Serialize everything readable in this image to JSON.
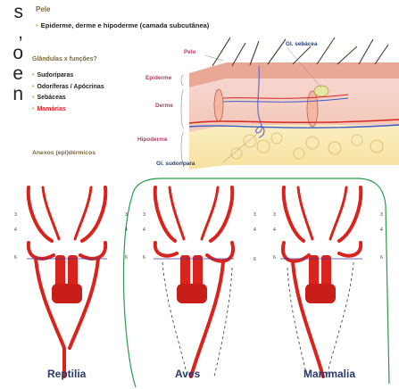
{
  "left_text": [
    "s",
    ",",
    "o",
    "e",
    "n"
  ],
  "skin_slide": {
    "title": "Pele",
    "subtitle": "Epiderme, derme e hipoderme (camada subcutânea)",
    "glands_title": "Glândulas x funções?",
    "glands": [
      {
        "label": "Sudoríparas",
        "highlight": false
      },
      {
        "label": "Odoríferas / Apócrinas",
        "highlight": false
      },
      {
        "label": "Sebáceas",
        "highlight": false
      },
      {
        "label": "Mamárias",
        "highlight": true
      }
    ],
    "anexos": "Anexos (epi)dérmicos",
    "labels": {
      "pelo": "Pelo",
      "gl_sebacea": "Gl. sebácea",
      "epiderme": "Epiderme",
      "derme": "Derme",
      "hipoderme": "Hipoderme",
      "gl_sudoripara": "Gl. sudorípara"
    }
  },
  "arch_diagram": {
    "panels": [
      "Reptilia",
      "Aves",
      "Mammalia"
    ],
    "arch_numbers": [
      "3",
      "4",
      "6"
    ],
    "colors": {
      "artery": "#d8241c",
      "bracket": "#2a9a4a",
      "nerve": "#3a3aa8",
      "label": "#2a3a6a"
    }
  }
}
